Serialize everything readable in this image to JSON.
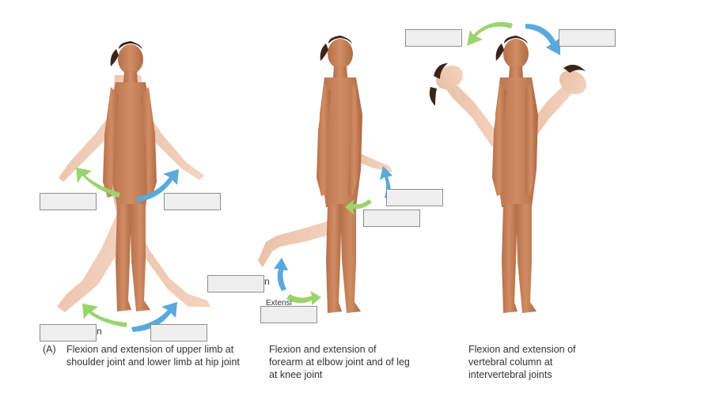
{
  "panel_label": "(A)",
  "captions": [
    "Flexion and extension of upper limb at shoulder joint and lower limb at hip joint",
    "Flexion and extension of forearm at elbow joint and of leg at knee joint",
    "Flexion and extension of vertebral column at intervertebral joints"
  ],
  "partial_label_fragments": [
    "n",
    "n",
    "Extensi"
  ],
  "colors": {
    "skin": "#c9855a",
    "skin_light": "#e9b898",
    "hair": "#3a2418",
    "flexion_arrow": "#9bd36e",
    "extension_arrow": "#5aa9dc",
    "blank_fill": "#efefef",
    "blank_border": "#8e8e8e"
  }
}
